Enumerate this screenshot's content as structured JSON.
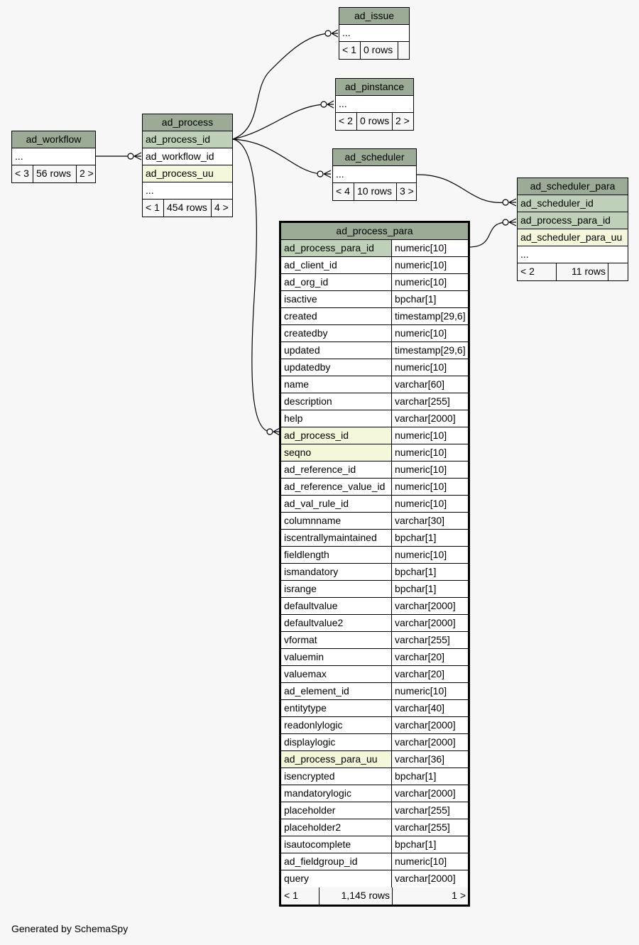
{
  "generated_by": "Generated by SchemaSpy",
  "tables": {
    "ad_issue": {
      "name": "ad_issue",
      "ellipsis": "...",
      "footer": [
        "< 1",
        "0 rows",
        ""
      ]
    },
    "ad_pinstance": {
      "name": "ad_pinstance",
      "ellipsis": "...",
      "footer": [
        "< 2",
        "0 rows",
        "2 >"
      ]
    },
    "ad_scheduler": {
      "name": "ad_scheduler",
      "ellipsis": "...",
      "footer": [
        "< 4",
        "10 rows",
        "3 >"
      ]
    },
    "ad_workflow": {
      "name": "ad_workflow",
      "ellipsis": "...",
      "footer": [
        "< 3",
        "56 rows",
        "2 >"
      ]
    },
    "ad_process": {
      "name": "ad_process",
      "columns": [
        "ad_process_id",
        "ad_workflow_id",
        "ad_process_uu"
      ],
      "ellipsis": "...",
      "footer": [
        "< 1",
        "454 rows",
        "4 >"
      ]
    },
    "ad_scheduler_para": {
      "name": "ad_scheduler_para",
      "columns": [
        "ad_scheduler_id",
        "ad_process_para_id",
        "ad_scheduler_para_uu"
      ],
      "ellipsis": "...",
      "footer": [
        "< 2",
        "11 rows",
        ""
      ]
    },
    "ad_process_para": {
      "name": "ad_process_para",
      "columns": [
        {
          "name": "ad_process_para_id",
          "type": "numeric[10]",
          "kind": "pk"
        },
        {
          "name": "ad_client_id",
          "type": "numeric[10]",
          "kind": ""
        },
        {
          "name": "ad_org_id",
          "type": "numeric[10]",
          "kind": ""
        },
        {
          "name": "isactive",
          "type": "bpchar[1]",
          "kind": ""
        },
        {
          "name": "created",
          "type": "timestamp[29,6]",
          "kind": ""
        },
        {
          "name": "createdby",
          "type": "numeric[10]",
          "kind": ""
        },
        {
          "name": "updated",
          "type": "timestamp[29,6]",
          "kind": ""
        },
        {
          "name": "updatedby",
          "type": "numeric[10]",
          "kind": ""
        },
        {
          "name": "name",
          "type": "varchar[60]",
          "kind": ""
        },
        {
          "name": "description",
          "type": "varchar[255]",
          "kind": ""
        },
        {
          "name": "help",
          "type": "varchar[2000]",
          "kind": ""
        },
        {
          "name": "ad_process_id",
          "type": "numeric[10]",
          "kind": "idx"
        },
        {
          "name": "seqno",
          "type": "numeric[10]",
          "kind": "idx"
        },
        {
          "name": "ad_reference_id",
          "type": "numeric[10]",
          "kind": ""
        },
        {
          "name": "ad_reference_value_id",
          "type": "numeric[10]",
          "kind": ""
        },
        {
          "name": "ad_val_rule_id",
          "type": "numeric[10]",
          "kind": ""
        },
        {
          "name": "columnname",
          "type": "varchar[30]",
          "kind": ""
        },
        {
          "name": "iscentrallymaintained",
          "type": "bpchar[1]",
          "kind": ""
        },
        {
          "name": "fieldlength",
          "type": "numeric[10]",
          "kind": ""
        },
        {
          "name": "ismandatory",
          "type": "bpchar[1]",
          "kind": ""
        },
        {
          "name": "isrange",
          "type": "bpchar[1]",
          "kind": ""
        },
        {
          "name": "defaultvalue",
          "type": "varchar[2000]",
          "kind": ""
        },
        {
          "name": "defaultvalue2",
          "type": "varchar[2000]",
          "kind": ""
        },
        {
          "name": "vformat",
          "type": "varchar[255]",
          "kind": ""
        },
        {
          "name": "valuemin",
          "type": "varchar[20]",
          "kind": ""
        },
        {
          "name": "valuemax",
          "type": "varchar[20]",
          "kind": ""
        },
        {
          "name": "ad_element_id",
          "type": "numeric[10]",
          "kind": ""
        },
        {
          "name": "entitytype",
          "type": "varchar[40]",
          "kind": ""
        },
        {
          "name": "readonlylogic",
          "type": "varchar[2000]",
          "kind": ""
        },
        {
          "name": "displaylogic",
          "type": "varchar[2000]",
          "kind": ""
        },
        {
          "name": "ad_process_para_uu",
          "type": "varchar[36]",
          "kind": "idx"
        },
        {
          "name": "isencrypted",
          "type": "bpchar[1]",
          "kind": ""
        },
        {
          "name": "mandatorylogic",
          "type": "varchar[2000]",
          "kind": ""
        },
        {
          "name": "placeholder",
          "type": "varchar[255]",
          "kind": ""
        },
        {
          "name": "placeholder2",
          "type": "varchar[255]",
          "kind": ""
        },
        {
          "name": "isautocomplete",
          "type": "bpchar[1]",
          "kind": ""
        },
        {
          "name": "ad_fieldgroup_id",
          "type": "numeric[10]",
          "kind": ""
        },
        {
          "name": "query",
          "type": "varchar[2000]",
          "kind": ""
        }
      ],
      "footer": [
        "< 1",
        "1,145 rows",
        "1 >"
      ]
    }
  }
}
